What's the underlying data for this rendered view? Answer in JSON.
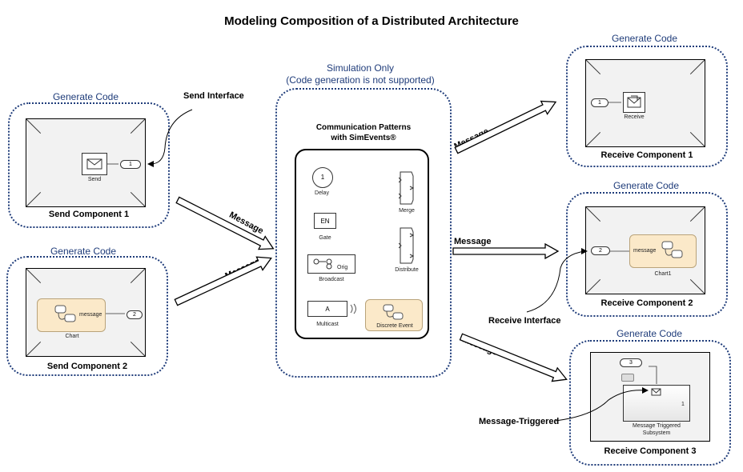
{
  "title": "Modeling Composition of a Distributed Architecture",
  "generate_code": "Generate Code",
  "send_interface": "Send Interface",
  "receive_interface": "Receive Interface",
  "message_triggered": "Message-Triggered",
  "message": "Message",
  "simulation": {
    "line1": "Simulation Only",
    "line2": "(Code generation is not supported)",
    "patterns_title_line1": "Communication Patterns",
    "patterns_title_line2": "with SimEvents®",
    "blocks": {
      "delay_num": "1",
      "delay": "Delay",
      "gate_en": "EN",
      "gate": "Gate",
      "orig": "Orig",
      "broadcast": "Broadcast",
      "multicast_a": "A",
      "multicast": "Multicast",
      "discrete_event": "Discrete Event",
      "merge": "Merge",
      "distribute": "Distribute"
    }
  },
  "send1": {
    "name": "Send Component 1",
    "block": "Send",
    "port": "1"
  },
  "send2": {
    "name": "Send Component 2",
    "block": "Chart",
    "chart_msg": "message",
    "port": "2"
  },
  "recv1": {
    "name": "Receive Component 1",
    "block": "Receive",
    "port": "1"
  },
  "recv2": {
    "name": "Receive Component 2",
    "block": "Chart1",
    "chart_msg": "message",
    "port": "2"
  },
  "recv3": {
    "name": "Receive Component 3",
    "block_line1": "Message Triggered",
    "block_line2": "Subsystem",
    "port": "3",
    "out": "1"
  }
}
